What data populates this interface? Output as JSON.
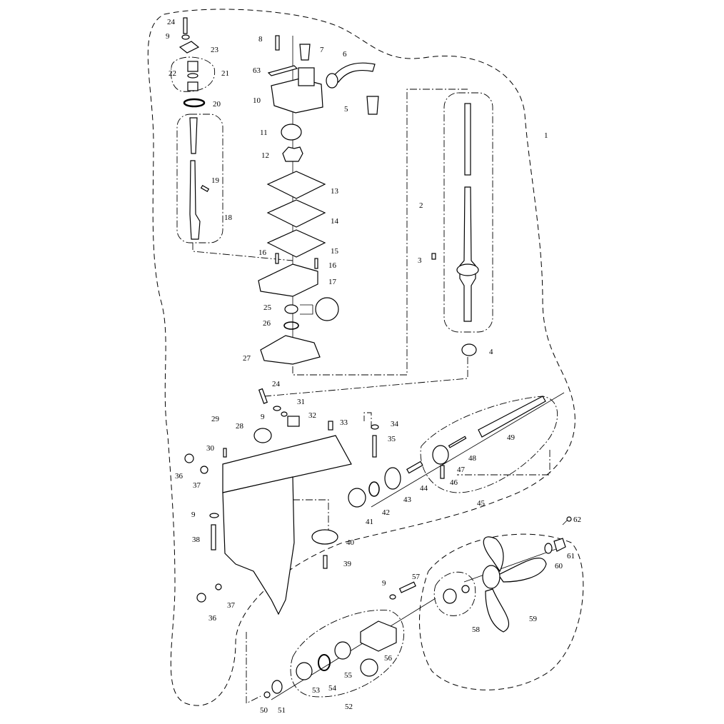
{
  "diagram": {
    "title": "Lower unit exploded parts diagram",
    "labels": [
      "24",
      "9",
      "23",
      "22",
      "21",
      "20",
      "19",
      "18",
      "8",
      "7",
      "6",
      "63",
      "10",
      "5",
      "11",
      "12",
      "13",
      "14",
      "15",
      "16",
      "16",
      "17",
      "25",
      "26",
      "27",
      "1",
      "2",
      "3",
      "4",
      "24",
      "31",
      "9",
      "32",
      "29",
      "28",
      "33",
      "34",
      "35",
      "49",
      "48",
      "47",
      "46",
      "45",
      "44",
      "43",
      "42",
      "41",
      "30",
      "36",
      "37",
      "9",
      "38",
      "40",
      "39",
      "62",
      "61",
      "60",
      "59",
      "58",
      "57",
      "9",
      "37",
      "36",
      "56",
      "55",
      "54",
      "53",
      "52",
      "51",
      "50"
    ]
  }
}
